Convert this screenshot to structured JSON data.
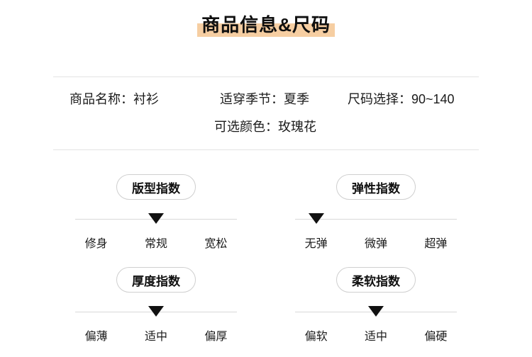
{
  "title": {
    "text": "商品信息&尺码",
    "highlight_color": "#F6CEA2"
  },
  "info": {
    "fields": [
      {
        "label": "商品名称：",
        "value": "衬衫"
      },
      {
        "label": "适穿季节：",
        "value": "夏季"
      },
      {
        "label": "尺码选择：",
        "value": "90~140"
      },
      {
        "label": "可选颜色：",
        "value": "玫瑰花"
      }
    ]
  },
  "indicators": [
    {
      "title": "版型指数",
      "levels": [
        "修身",
        "常规",
        "宽松"
      ],
      "selected": "常规",
      "selected_index": 1
    },
    {
      "title": "弹性指数",
      "levels": [
        "无弹",
        "微弹",
        "超弹"
      ],
      "selected": "无弹",
      "selected_index": 0
    },
    {
      "title": "厚度指数",
      "levels": [
        "偏薄",
        "适中",
        "偏厚"
      ],
      "selected": "适中",
      "selected_index": 1
    },
    {
      "title": "柔软指数",
      "levels": [
        "偏软",
        "适中",
        "偏硬"
      ],
      "selected": "适中",
      "selected_index": 1
    }
  ]
}
